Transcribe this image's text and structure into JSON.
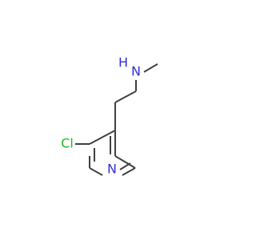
{
  "molecule": {
    "atoms": [
      {
        "name": "chlorine",
        "label": "Cl",
        "color": "#1fb81f"
      },
      {
        "name": "ring-nitrogen",
        "label": "N",
        "color": "#2f2fd8"
      },
      {
        "name": "amine-nitrogen",
        "label": "N",
        "color": "#2f2fd8"
      },
      {
        "name": "amine-hydrogen",
        "label": "H",
        "color": "#2f2fd8"
      }
    ],
    "bond_color": "#404040",
    "background": "#ffffff"
  }
}
